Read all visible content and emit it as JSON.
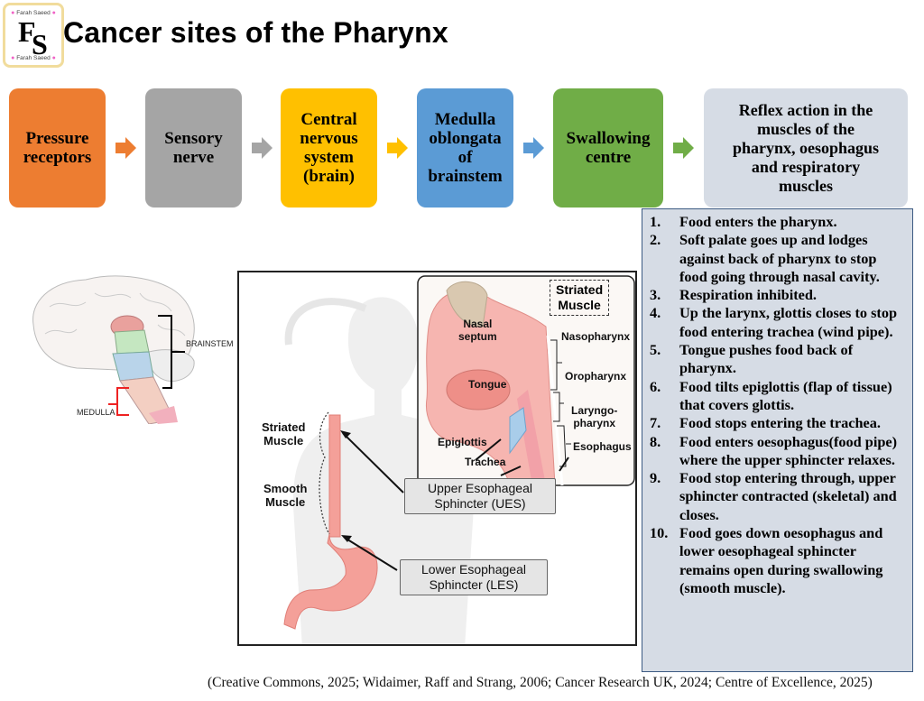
{
  "logo": {
    "top_text": "Farah Saeed",
    "bottom_text": "Farah Saeed",
    "monogram_f": "F",
    "monogram_s": "S",
    "border_color": "#f1dc9c",
    "dot_color": "#f063c6"
  },
  "title": "Cancer sites of the Pharynx",
  "flow": {
    "steps": [
      {
        "label": "Pressure\nreceptors",
        "color": "#ed7d31"
      },
      {
        "label": "Sensory\nnerve",
        "color": "#a5a5a5"
      },
      {
        "label": "Central\nnervous\nsystem\n(brain)",
        "color": "#ffc000"
      },
      {
        "label": "Medulla\noblongata\nof\nbrainstem",
        "color": "#5b9bd5"
      },
      {
        "label": "Swallowing\ncentre",
        "color": "#70ad47"
      },
      {
        "label": "Reflex action in the\nmuscles of  the\npharynx, oesophagus\nand respiratory\nmuscles",
        "color": "#d6dce5"
      }
    ],
    "arrows": [
      {
        "color": "#ed7d31"
      },
      {
        "color": "#a5a5a5"
      },
      {
        "color": "#ffc000"
      },
      {
        "color": "#5b9bd5"
      },
      {
        "color": "#70ad47"
      }
    ]
  },
  "swallowing_steps": [
    {
      "num": "1.",
      "text": "Food enters the pharynx."
    },
    {
      "num": "2.",
      "text": "Soft palate goes up and lodges against back of pharynx to stop food going through nasal cavity."
    },
    {
      "num": "3.",
      "text": "Respiration inhibited."
    },
    {
      "num": "4.",
      "text": "Up the larynx, glottis closes to stop food entering trachea (wind pipe)."
    },
    {
      "num": "5.",
      "text": "Tongue pushes food back of pharynx."
    },
    {
      "num": "6.",
      "text": "Food tilts epiglottis (flap of tissue) that covers glottis."
    },
    {
      "num": "7.",
      "text": "Food stops entering the trachea."
    },
    {
      "num": "8.",
      "text": "Food enters oesophagus(food pipe) where the upper sphincter relaxes."
    },
    {
      "num": "9.",
      "text": "Food stop entering through, upper sphincter contracted (skeletal)  and closes."
    },
    {
      "num": "10.",
      "text": "Food goes down oesophagus and lower oesophageal sphincter remains open during swallowing (smooth muscle)."
    }
  ],
  "brain": {
    "brainstem_label": "BRAINSTEM",
    "medulla_label": "MEDULLA"
  },
  "diagram": {
    "striated_muscle_label": "Striated\nMuscle",
    "smooth_muscle_label": "Smooth\nMuscle",
    "inset_striated_label": "Striated\nMuscle",
    "nasal_septum": "Nasal\nseptum",
    "tongue": "Tongue",
    "nasopharynx": "Nasopharynx",
    "oropharynx": "Oropharynx",
    "laryngopharynx": "Laryngo-\npharynx",
    "epiglottis": "Epiglottis",
    "trachea": "Trachea",
    "esophagus": "Esophagus",
    "ues_callout": "Upper Esophageal\nSphincter (UES)",
    "les_callout": "Lower Esophageal\nSphincter (LES)"
  },
  "citation": "(Creative Commons, 2025; Widaimer, Raff and Strang, 2006; Cancer Research UK, 2024; Centre of Excellence, 2025)"
}
